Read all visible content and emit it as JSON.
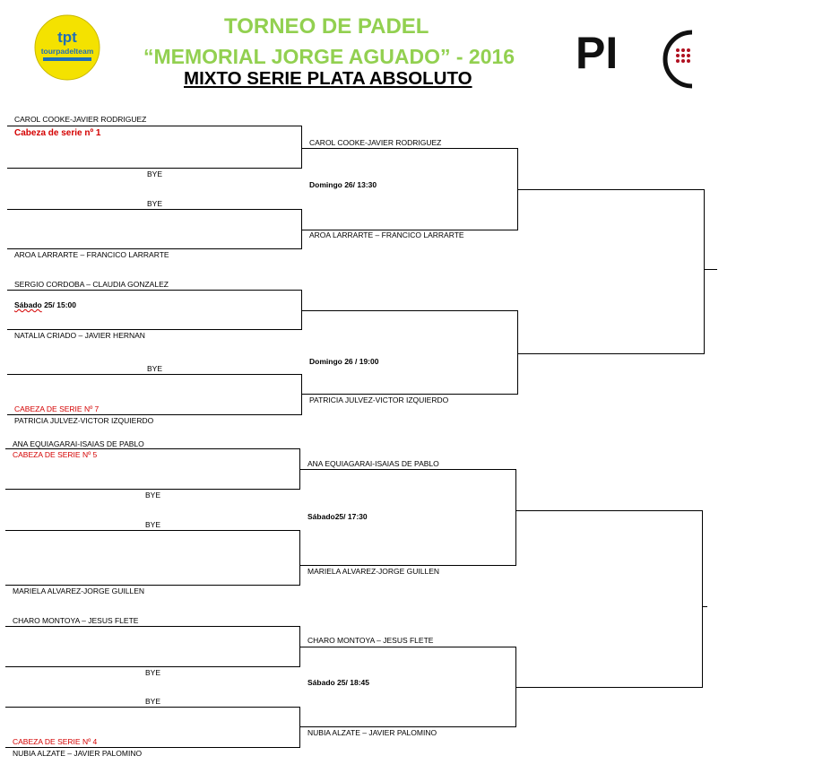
{
  "header": {
    "title_line1": "TORNEO DE PADEL",
    "title_line2": "“MEMORIAL JORGE AGUADO” - 2016",
    "subtitle": "MIXTO SERIE PLATA ABSOLUTO",
    "logo_left_text": "tpt",
    "logo_left_sub": "tourpadelteam",
    "logo_right_text": "PI"
  },
  "colors": {
    "title": "#92d050",
    "seed": "#d40000",
    "line": "#000000"
  },
  "round1": [
    {
      "team": "CAROL COOKE-JAVIER RODRIGUEZ",
      "note": "Cabeza de serie  nº 1"
    },
    {
      "team": "BYE"
    },
    {
      "team": "BYE"
    },
    {
      "team": "AROA LARRARTE – FRANCICO LARRARTE"
    },
    {
      "team": "SERGIO CORDOBA – CLAUDIA GONZALEZ"
    },
    {
      "schedule_a": "Sábado",
      "schedule_b": " 25/ 15:00"
    },
    {
      "team": "NATALIA CRIADO – JAVIER HERNAN"
    },
    {
      "team": "BYE"
    },
    {
      "note": "CABEZA DE SERIE Nº 7",
      "team": "PATRICIA JULVEZ-VICTOR IZQUIERDO"
    },
    {
      "team": "ANA EQUIAGARAI-ISAIAS DE PABLO",
      "note": "CABEZA DE SERIE Nº 5"
    },
    {
      "team": "BYE"
    },
    {
      "team": "BYE"
    },
    {
      "team": "MARIELA ALVAREZ-JORGE GUILLEN"
    },
    {
      "team": "CHARO MONTOYA – JESUS FLETE"
    },
    {
      "team": "BYE"
    },
    {
      "team": "BYE"
    },
    {
      "note": "CABEZA DE SERIE Nº 4",
      "team": "NUBIA ALZATE – JAVIER PALOMINO"
    }
  ],
  "round2": [
    {
      "team": "CAROL COOKE-JAVIER RODRIGUEZ"
    },
    {
      "schedule": "Domingo 26/ 13:30"
    },
    {
      "team": "AROA LARRARTE – FRANCICO LARRARTE"
    },
    {
      "schedule": "Domingo 26 / 19:00"
    },
    {
      "team": "PATRICIA JULVEZ-VICTOR IZQUIERDO"
    },
    {
      "team": "ANA EQUIAGARAI-ISAIAS DE PABLO"
    },
    {
      "schedule": "Sábado25/ 17:30"
    },
    {
      "team": "MARIELA ALVAREZ-JORGE GUILLEN"
    },
    {
      "team": "CHARO MONTOYA – JESUS FLETE"
    },
    {
      "schedule": "Sábado 25/ 18:45"
    },
    {
      "team": "NUBIA ALZATE – JAVIER PALOMINO"
    }
  ]
}
